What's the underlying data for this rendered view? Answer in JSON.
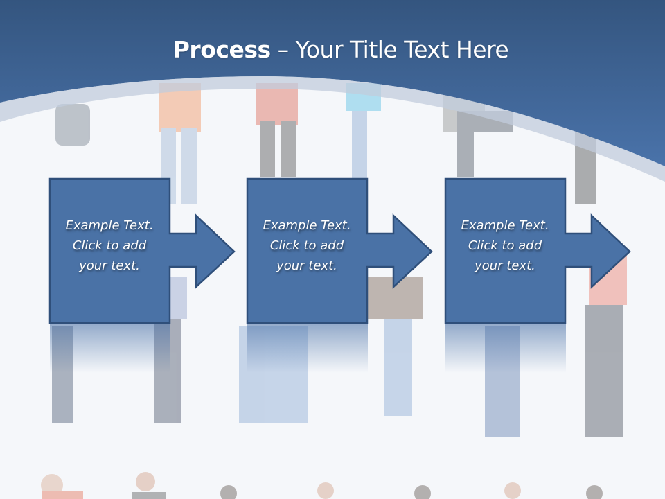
{
  "slide": {
    "title_bold": "Process",
    "title_rest": " – Your Title Text Here",
    "colors": {
      "header_top": "#34557f",
      "header_bottom": "#4a72a8",
      "band": "#b7c3d6",
      "box_fill": "#4a72a6",
      "box_border": "#2f4f7a",
      "background": "#f5f7fa"
    }
  },
  "steps": [
    {
      "line1": "Example Text.",
      "line2": "Click  to add",
      "line3": "your text."
    },
    {
      "line1": "Example Text.",
      "line2": "Click  to add",
      "line3": "your text."
    },
    {
      "line1": "Example Text.",
      "line2": "Click  to add",
      "line3": "your text."
    }
  ]
}
